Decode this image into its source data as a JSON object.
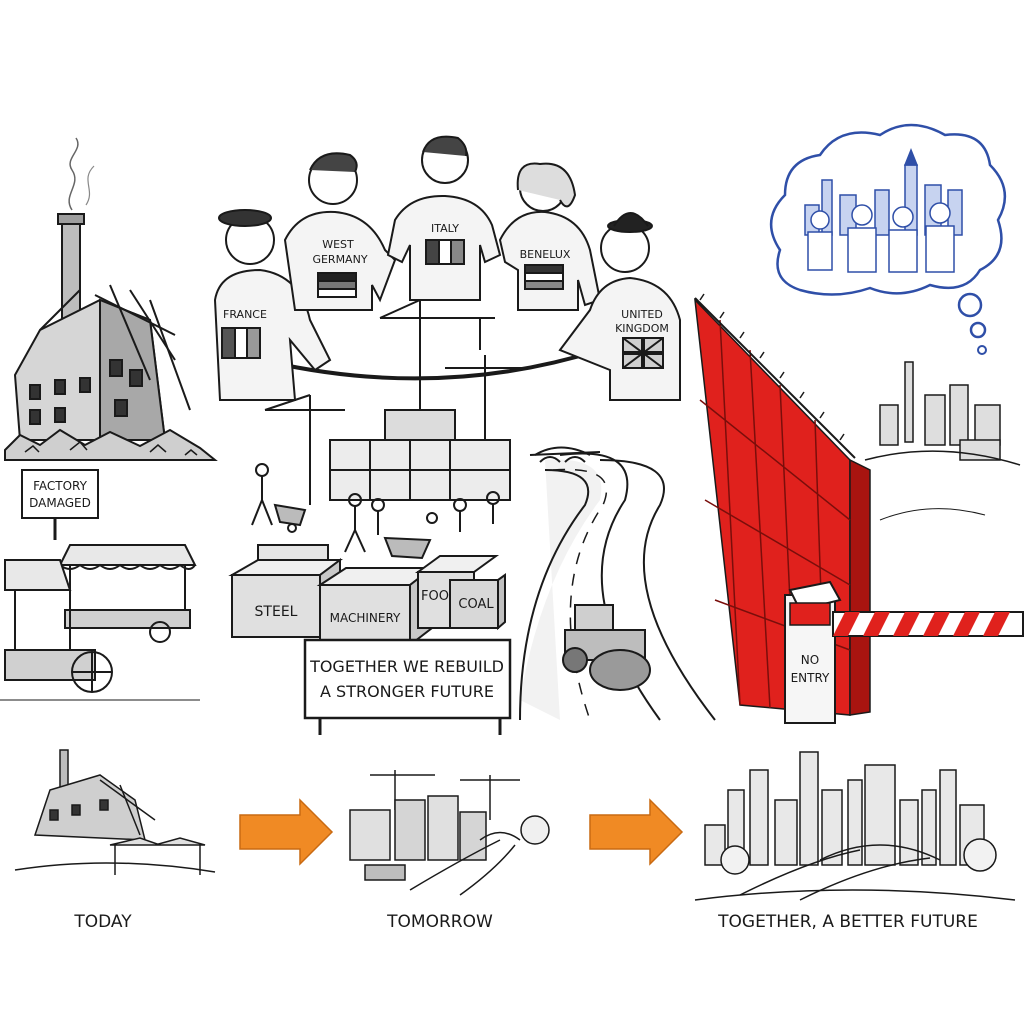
{
  "nations": {
    "france": "FRANCE",
    "west_germany_1": "WEST",
    "west_germany_2": "GERMANY",
    "italy": "ITALY",
    "benelux": "BENELUX",
    "uk_1": "UNITED",
    "uk_2": "KINGDOM"
  },
  "signs": {
    "factory_1": "FACTORY",
    "factory_2": "DAMAGED",
    "no_entry_1": "NO",
    "no_entry_2": "ENTRY",
    "banner_1": "TOGETHER WE REBUILD",
    "banner_2": "A STRONGER FUTURE"
  },
  "crates": {
    "steel": "STEEL",
    "machinery": "MACHINERY",
    "food": "FOOD",
    "coal": "COAL"
  },
  "timeline": {
    "today": "TODAY",
    "tomorrow": "TOMORROW",
    "future": "TOGETHER, A BETTER FUTURE"
  },
  "colors": {
    "ink": "#1a1a1a",
    "wall_red": "#e0211d",
    "arrow_orange": "#f08a24",
    "thought_blue": "#2f4fa8",
    "paper": "#ffffff"
  }
}
